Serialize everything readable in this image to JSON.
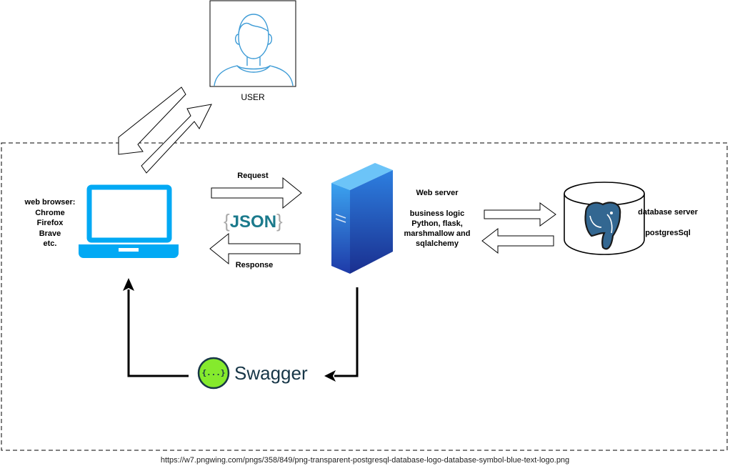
{
  "user": {
    "label": "USER"
  },
  "browser": {
    "label_lines": [
      "web browser:",
      "Chrome",
      "Firefox",
      "Brave",
      "etc."
    ]
  },
  "flow": {
    "request_label": "Request",
    "response_label": "Response",
    "json_badge": {
      "left_brace": "{",
      "text": "JSON",
      "right_brace": "}"
    }
  },
  "webserver": {
    "title": "Web server",
    "desc_lines": [
      "business logic",
      "Python, flask,",
      "marshmallow and",
      "sqlalchemy"
    ]
  },
  "database": {
    "title": "database server",
    "subtitle": "postgresSql"
  },
  "swagger": {
    "wordmark": "Swagger",
    "glyph": "{...}"
  },
  "footer": {
    "source_url": "https://w7.pngwing.com/pngs/358/849/png-transparent-postgresql-database-logo-database-symbol-blue-text-logo.png"
  },
  "colors": {
    "laptop_blue": "#02a9f4",
    "server_top": "#3ba3f0",
    "server_bottom": "#1e3aa8",
    "json_teal": "#1b7a8c",
    "swagger_green": "#85ea2d",
    "postgres_blue": "#336791",
    "user_line": "#3d9bd6"
  }
}
